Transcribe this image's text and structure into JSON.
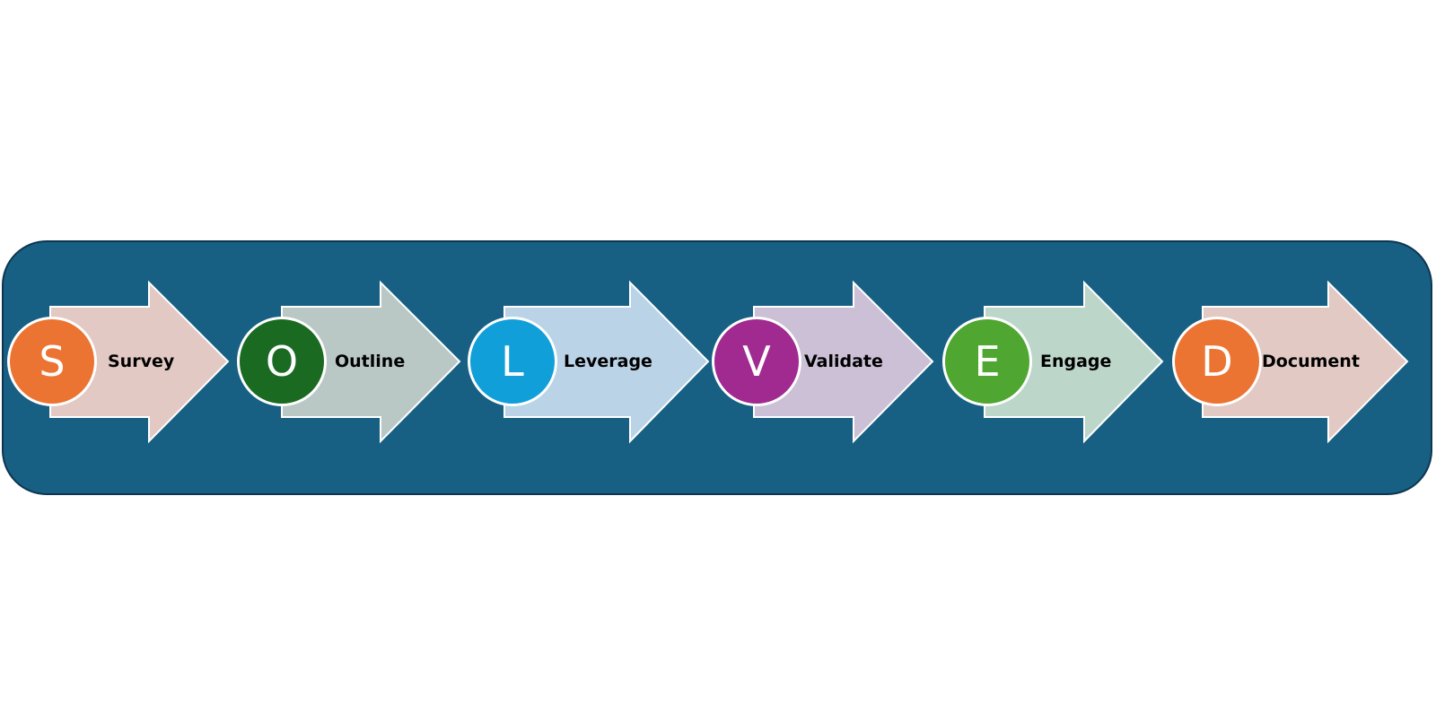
{
  "colors": {
    "background": "#ffffff",
    "banner_fill": "#176083",
    "banner_border": "#0d3550",
    "arrow_outline": "#ffffff",
    "label_text": "#000000"
  },
  "steps": [
    {
      "letter": "S",
      "label": "Survey",
      "badge_color": "#ec7433",
      "arrow_color": "#e2c9c4"
    },
    {
      "letter": "O",
      "label": "Outline",
      "badge_color": "#1b6a22",
      "arrow_color": "#b9c8c5"
    },
    {
      "letter": "L",
      "label": "Leverage",
      "badge_color": "#119fd9",
      "arrow_color": "#bad3e6"
    },
    {
      "letter": "V",
      "label": "Validate",
      "badge_color": "#a12a91",
      "arrow_color": "#cbc0d5"
    },
    {
      "letter": "E",
      "label": "Engage",
      "badge_color": "#4fa731",
      "arrow_color": "#bdd6ca"
    },
    {
      "letter": "D",
      "label": "Document",
      "badge_color": "#ec7433",
      "arrow_color": "#e2c9c4"
    }
  ]
}
